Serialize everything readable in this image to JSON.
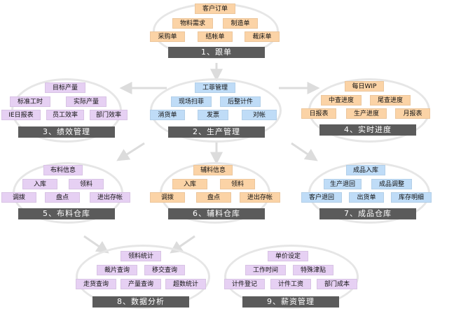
{
  "colors": {
    "orange": "#fbd3a6",
    "purple": "#e6d0f3",
    "blue": "#bfdcf7",
    "bar": "#5b5b5b",
    "arrow": "#dcdcdc"
  },
  "modules": {
    "m1": {
      "title": "1、跟单",
      "root": "客户订单",
      "row1": [
        "物料需求",
        "制造单"
      ],
      "row2": [
        "采购单",
        "结帐单",
        "裁床单"
      ]
    },
    "m2": {
      "title": "2、生产管理",
      "root": "工菲管理",
      "row1": [
        "现场扫菲",
        "后整计件"
      ],
      "row2": [
        "消货单",
        "发票",
        "对帐"
      ]
    },
    "m3": {
      "title": "3、绩效管理",
      "root": "目标产量",
      "row1": [
        "标准工时",
        "实际产量"
      ],
      "row2": [
        "IE日报表",
        "员工效率",
        "部门效率"
      ]
    },
    "m4": {
      "title": "4、实时进度",
      "root": "每日WIP",
      "row1": [
        "中查进度",
        "尾查进度"
      ],
      "row2": [
        "日报表",
        "生产进度",
        "月报表"
      ]
    },
    "m5": {
      "title": "5、布料仓库",
      "root": "布料信息",
      "row1": [
        "入库",
        "领料"
      ],
      "row2": [
        "调拨",
        "盘点",
        "进出存帐"
      ]
    },
    "m6": {
      "title": "6、辅料仓库",
      "root": "辅料信息",
      "row1": [
        "入库",
        "领料"
      ],
      "row2": [
        "调拨",
        "盘点",
        "进出存帐"
      ]
    },
    "m7": {
      "title": "7、成品仓库",
      "root": "成品入库",
      "row1": [
        "生产退回",
        "成品调整"
      ],
      "row2": [
        "客户退回",
        "出货单",
        "库存明细"
      ]
    },
    "m8": {
      "title": "8、数据分析",
      "root": "领料统计",
      "row1": [
        "裁片查询",
        "移交查询"
      ],
      "row2": [
        "走货查询",
        "产量查询",
        "超数统计"
      ]
    },
    "m9": {
      "title": "9、薪资管理",
      "root": "单价设定",
      "row1": [
        "工作时间",
        "特殊津贴"
      ],
      "row2": [
        "计件登记",
        "计件工资",
        "部门成本"
      ]
    }
  }
}
